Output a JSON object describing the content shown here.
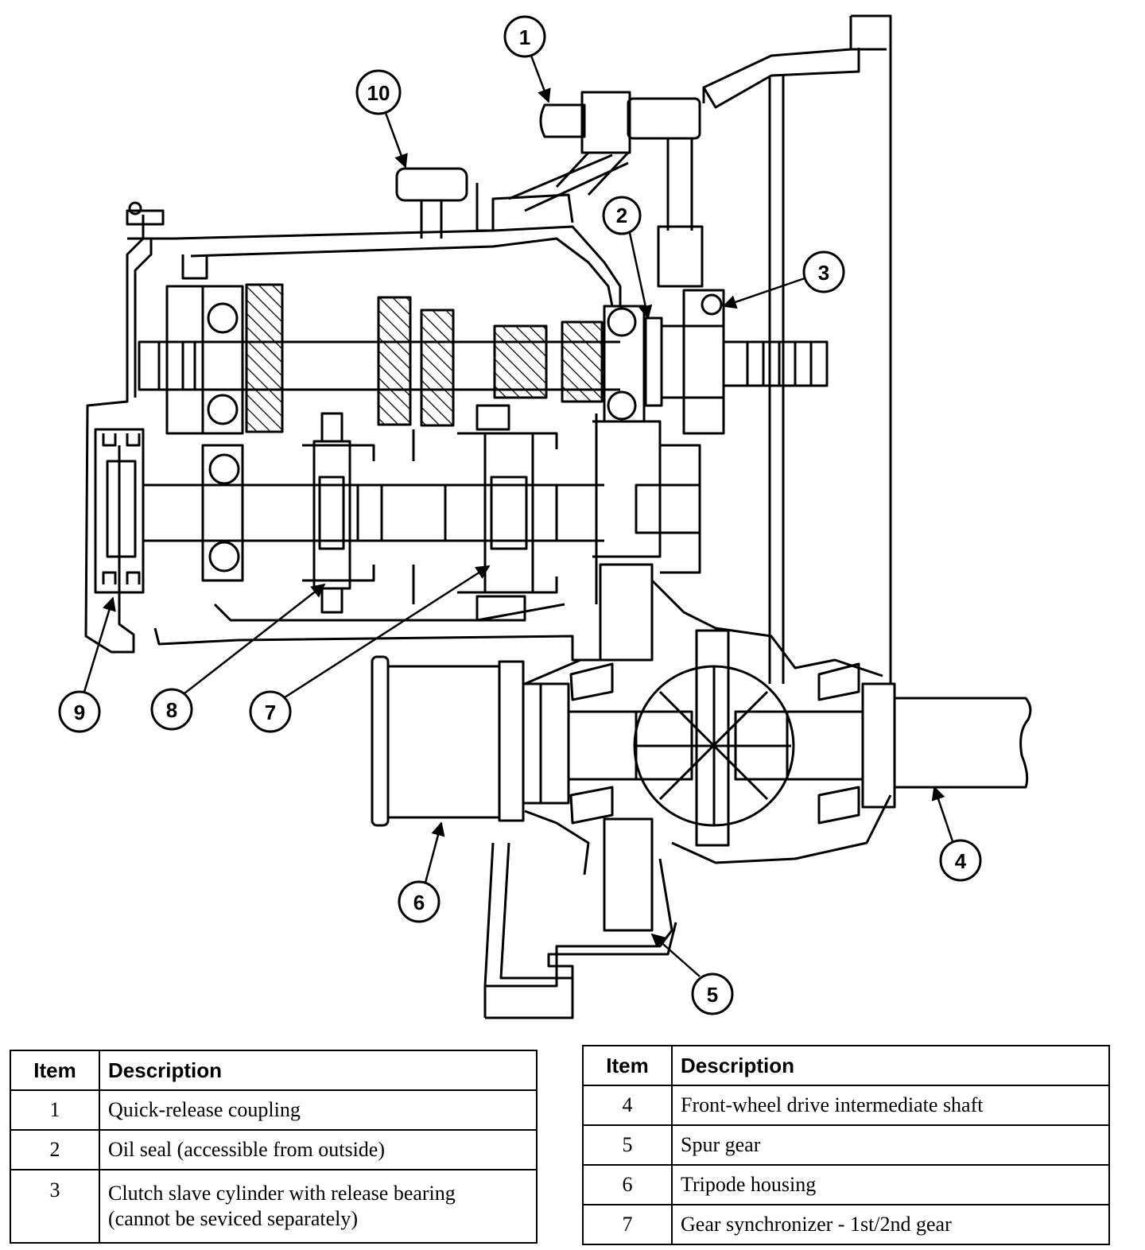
{
  "callouts": [
    "1",
    "2",
    "3",
    "4",
    "5",
    "6",
    "7",
    "8",
    "9",
    "10"
  ],
  "legend_left": {
    "header_item": "Item",
    "header_desc": "Description",
    "rows": [
      {
        "item": "1",
        "desc": "Quick-release coupling"
      },
      {
        "item": "2",
        "desc": "Oil seal (accessible from outside)"
      },
      {
        "item": "3",
        "desc": "Clutch slave cylinder with release bearing",
        "desc2": "(cannot be seviced separately)"
      }
    ]
  },
  "legend_right": {
    "header_item": "Item",
    "header_desc": "Description",
    "rows": [
      {
        "item": "4",
        "desc": "Front-wheel drive intermediate shaft"
      },
      {
        "item": "5",
        "desc": "Spur gear"
      },
      {
        "item": "6",
        "desc": "Tripode housing"
      },
      {
        "item": "7",
        "desc": "Gear synchronizer - 1st/2nd gear"
      }
    ]
  }
}
